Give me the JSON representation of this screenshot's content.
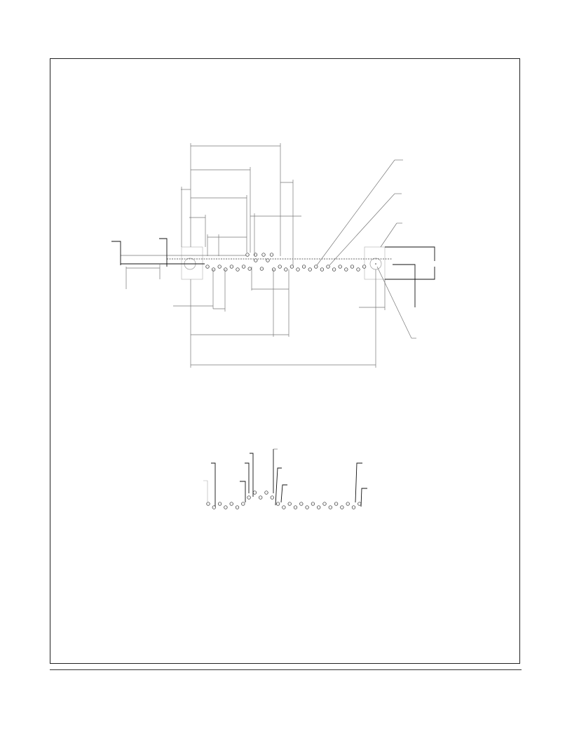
{
  "drawing": {
    "views": [
      "connector-top-view",
      "connector-side-view"
    ],
    "top_view": {
      "upper_row_pin_count": 4,
      "lower_row_pin_count": 27
    },
    "side_view": {
      "pin_count": 27
    },
    "colors": {
      "line": "#777777",
      "leader": "#111111",
      "pin_fill": "#f2f2f2"
    }
  }
}
